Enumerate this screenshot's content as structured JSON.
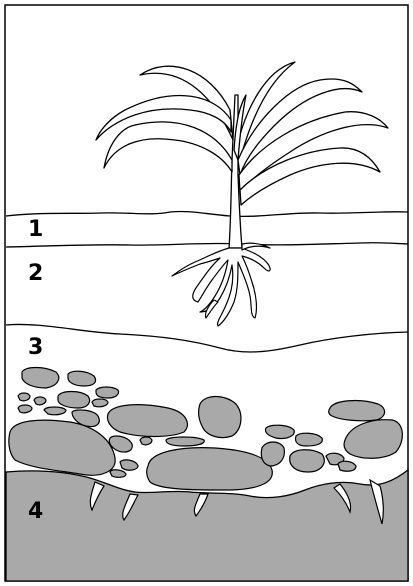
{
  "layers": [
    {
      "label": "1"
    },
    {
      "label": "2"
    },
    {
      "label": "3"
    },
    {
      "label": "4"
    }
  ],
  "colors": {
    "background": "#ffffff",
    "outline": "#000000",
    "rock_fill": "#a9a9a9",
    "bedrock_fill": "#a9a9a9",
    "rock_highlight": "#ffffff"
  },
  "icons": {
    "plant": "plant-icon"
  }
}
